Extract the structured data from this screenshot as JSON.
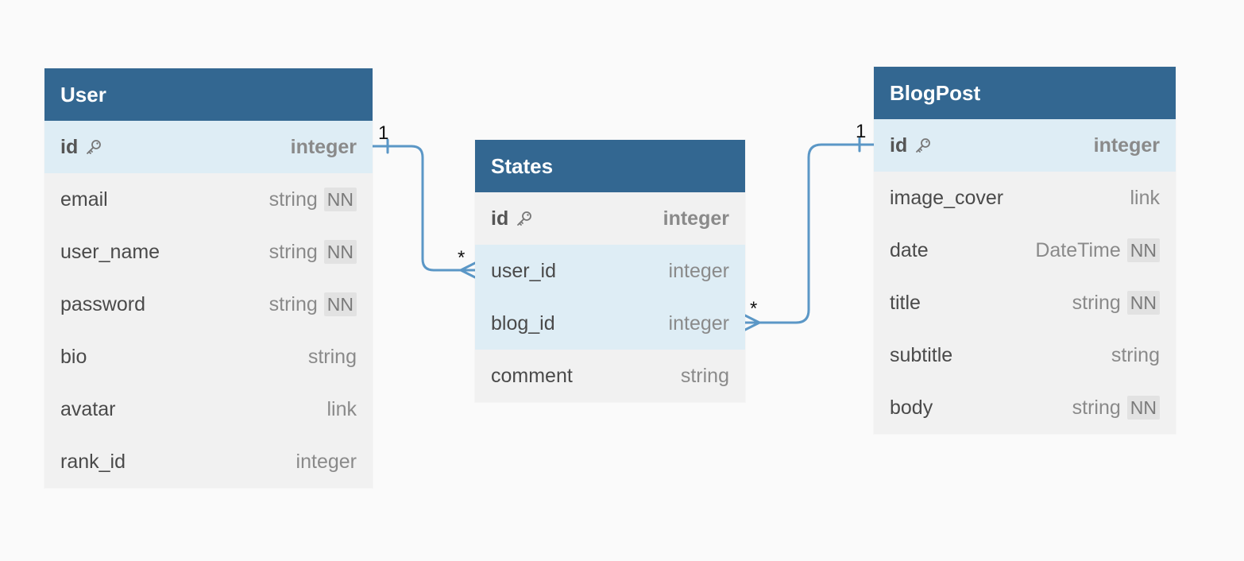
{
  "tables": {
    "user": {
      "name": "User",
      "columns": [
        {
          "name": "id",
          "type": "integer",
          "pk": true,
          "nn": ""
        },
        {
          "name": "email",
          "type": "string",
          "nn": "NN"
        },
        {
          "name": "user_name",
          "type": "string",
          "nn": "NN"
        },
        {
          "name": "password",
          "type": "string",
          "nn": "NN"
        },
        {
          "name": "bio",
          "type": "string",
          "nn": ""
        },
        {
          "name": "avatar",
          "type": "link",
          "nn": ""
        },
        {
          "name": "rank_id",
          "type": "integer",
          "nn": ""
        }
      ]
    },
    "states": {
      "name": "States",
      "columns": [
        {
          "name": "id",
          "type": "integer",
          "pk": true,
          "nn": ""
        },
        {
          "name": "user_id",
          "type": "integer",
          "nn": ""
        },
        {
          "name": "blog_id",
          "type": "integer",
          "nn": ""
        },
        {
          "name": "comment",
          "type": "string",
          "nn": ""
        }
      ]
    },
    "blogpost": {
      "name": "BlogPost",
      "columns": [
        {
          "name": "id",
          "type": "integer",
          "pk": true,
          "nn": ""
        },
        {
          "name": "image_cover",
          "type": "link",
          "nn": ""
        },
        {
          "name": "date",
          "type": "DateTime",
          "nn": "NN"
        },
        {
          "name": "title",
          "type": "string",
          "nn": "NN"
        },
        {
          "name": "subtitle",
          "type": "string",
          "nn": ""
        },
        {
          "name": "body",
          "type": "string",
          "nn": "NN"
        }
      ]
    }
  },
  "relations": {
    "user_states": {
      "from_card": "1",
      "to_card": "*"
    },
    "blogpost_states": {
      "from_card": "1",
      "to_card": "*"
    }
  },
  "colors": {
    "header": "#336791",
    "highlight": "#deedf5",
    "connector": "#5b97c6"
  },
  "icons": {
    "primary_key": "key-icon"
  }
}
